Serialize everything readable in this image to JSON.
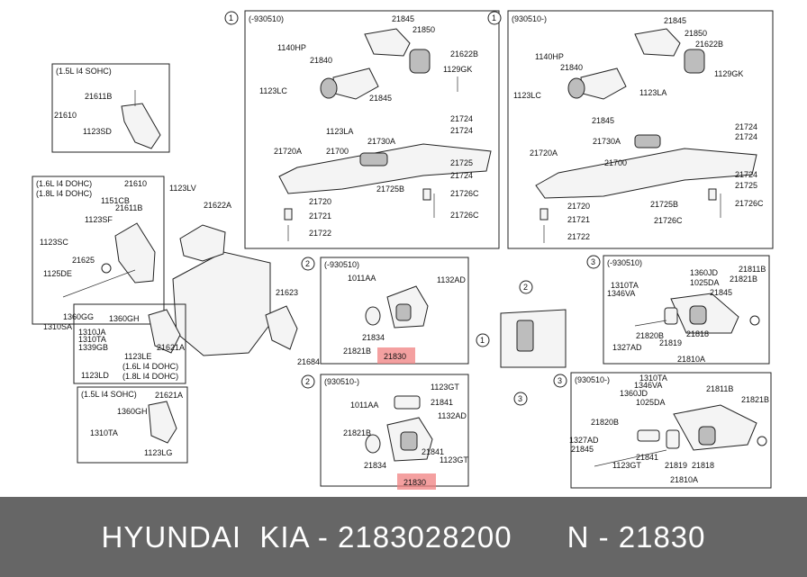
{
  "boxes": {
    "box1_old": {
      "marker": "1",
      "period": "(-930510)",
      "labels": [
        "21845",
        "21850",
        "1140HP",
        "21840",
        "21622B",
        "1129GK",
        "1123LC",
        "21845",
        "1123LA",
        "21730A",
        "21724",
        "21724",
        "21720A",
        "21700",
        "21725",
        "21720",
        "21724",
        "21726C",
        "21725B",
        "21721",
        "21726C",
        "21722"
      ]
    },
    "box1_new": {
      "marker": "1",
      "period": "(930510-)",
      "labels": [
        "21845",
        "21850",
        "1140HP",
        "21622B",
        "21840",
        "1129GK",
        "1123LC",
        "1123LA",
        "21845",
        "21724",
        "21730A",
        "21724",
        "21720A",
        "21700",
        "21725",
        "21724",
        "21720",
        "21726C",
        "21725B",
        "21721",
        "21726C",
        "21722"
      ]
    },
    "box_sohc15": {
      "header": "(1.5L I4 SOHC)",
      "labels": [
        "21611B",
        "21610",
        "1123SD"
      ]
    },
    "box_dohc": {
      "header1": "(1.6L I4 DOHC)",
      "header2": "(1.8L I4 DOHC)",
      "labels": [
        "21610",
        "1151CB",
        "21611B",
        "1123SF",
        "1123SC",
        "21625",
        "1125DE",
        "1360GG",
        "1310SA"
      ]
    },
    "middle": {
      "labels": [
        "1123LV",
        "21622A",
        "21623",
        "21684"
      ]
    },
    "box_small_dohc": {
      "labels": [
        "1360GH",
        "1310JA",
        "1310TA",
        "1339GB",
        "1123LE",
        "1123LD",
        "21621A"
      ],
      "sub1": "(1.6L I4 DOHC)",
      "sub2": "(1.8L I4 DOHC)"
    },
    "box_sohc15_b": {
      "header": "(1.5L I4 SOHC)",
      "labels": [
        "21621A",
        "1360GH",
        "1310TA",
        "1123LG"
      ]
    },
    "box2_old": {
      "marker": "2",
      "period": "(-930510)",
      "labels": [
        "1011AA",
        "1132AD",
        "21834",
        "21821B"
      ],
      "highlight": "21830"
    },
    "box2_new": {
      "marker": "2",
      "period": "(930510-)",
      "labels": [
        "1123GT",
        "21841",
        "1011AA",
        "1132AD",
        "21821B",
        "21841",
        "1123GT",
        "21834"
      ],
      "highlight": "21830"
    },
    "box3_old": {
      "marker": "3",
      "period": "(-930510)",
      "labels": [
        "1360JD",
        "21811B",
        "1310TA",
        "1025DA",
        "1346VA",
        "21821B",
        "21845",
        "1327AD",
        "21820B",
        "21819",
        "21818",
        "21810A"
      ]
    },
    "box3_new": {
      "marker": "3",
      "period": "(930510-)",
      "labels": [
        "1310TA",
        "1346VA",
        "1360JD",
        "21811B",
        "1025DA",
        "21821B",
        "21820B",
        "1327AD",
        "21845",
        "21841",
        "1123GT",
        "21819",
        "21818",
        "21810A"
      ]
    },
    "key": {
      "markers": [
        "1",
        "2",
        "3"
      ]
    }
  },
  "footer": {
    "text": "HYUNDAI  KIA - 2183028200      N - 21830"
  },
  "colors": {
    "footer_bg": "#666666",
    "highlight": "#f08080"
  }
}
